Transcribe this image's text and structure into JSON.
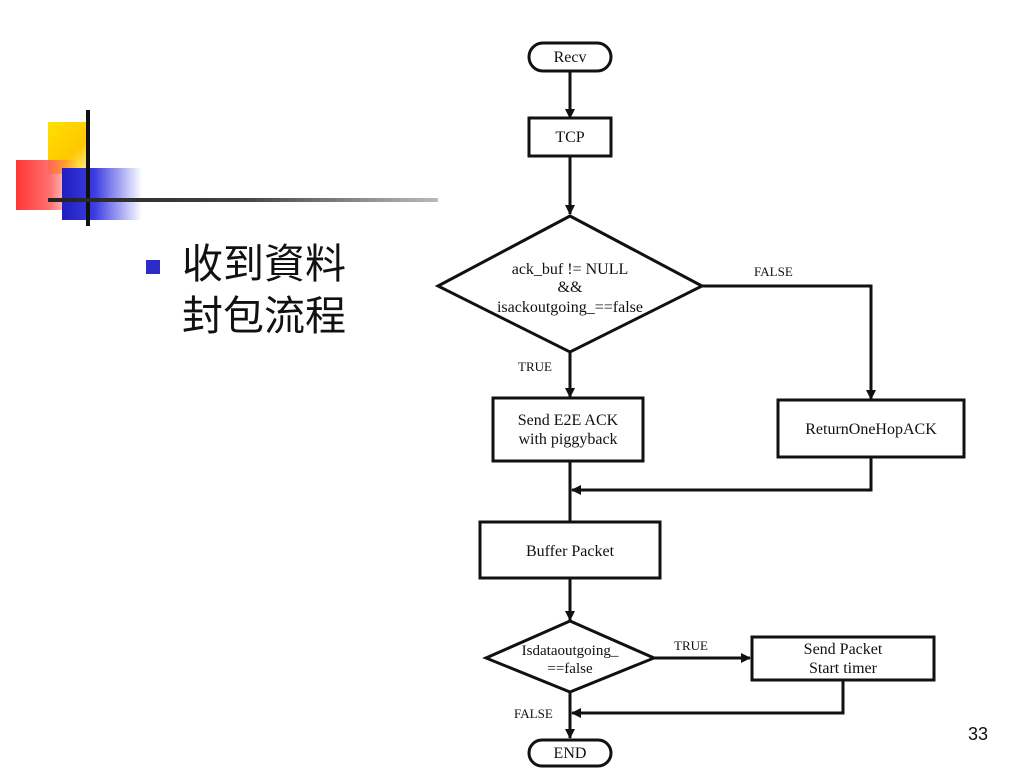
{
  "slide": {
    "bullet_lines": [
      "收到資料",
      "封包流程"
    ],
    "page_number": "33"
  },
  "flowchart": {
    "nodes": {
      "recv": "Recv",
      "tcp": "TCP",
      "decision1_line1": "ack_buf != NULL",
      "decision1_line2": "&&",
      "decision1_line3": "isackoutgoing_==false",
      "send_e2e_line1": "Send E2E ACK",
      "send_e2e_line2": "with piggyback",
      "return_onehop": "ReturnOneHopACK",
      "buffer_packet": "Buffer Packet",
      "decision2_line1": "Isdataoutgoing_",
      "decision2_line2": "==false",
      "send_packet_line1": "Send Packet",
      "send_packet_line2": "Start timer",
      "end": "END"
    },
    "edge_labels": {
      "d1_false": "FALSE",
      "d1_true": "TRUE",
      "d2_true": "TRUE",
      "d2_false": "FALSE"
    }
  }
}
